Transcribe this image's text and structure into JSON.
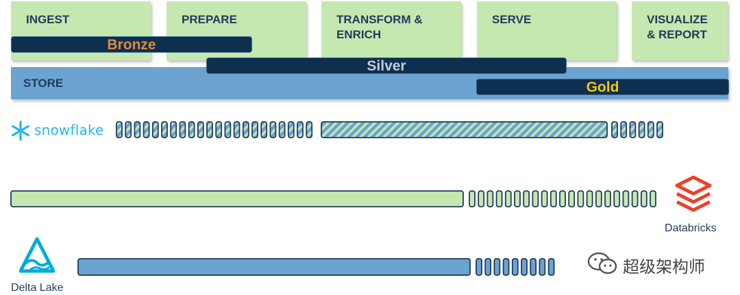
{
  "stages": [
    "INGEST",
    "PREPARE",
    "TRANSFORM &\nENRICH",
    "SERVE",
    "VISUALIZE\n& REPORT"
  ],
  "store_label": "STORE",
  "tiers": {
    "bronze": {
      "label": "Bronze",
      "color": "#e08b3a"
    },
    "silver": {
      "label": "Silver",
      "color": "#c5cdd6"
    },
    "gold": {
      "label": "Gold",
      "color": "#f2c811"
    }
  },
  "colors": {
    "stage_fill": "#c5e8b0",
    "store_fill": "#6ba3d1",
    "tier_fill": "#0e2f4e",
    "snowflake_fill": "#6ba3d1",
    "databricks_fill": "#c5e8b0",
    "deltalake_fill": "#6ba3d1",
    "snowflake_brand": "#29b5e8",
    "databricks_brand": "#e8432a",
    "deltalake_brand": "#00add4"
  },
  "vendors": {
    "snowflake": {
      "name": "snowflake",
      "icon": "snowflake-icon"
    },
    "databricks": {
      "name": "Databricks",
      "icon": "databricks-layers-icon"
    },
    "deltalake": {
      "name": "Delta Lake",
      "icon": "delta-lake-icon"
    }
  },
  "watermark": {
    "text": "超级架构师",
    "icon": "wechat-icon"
  }
}
